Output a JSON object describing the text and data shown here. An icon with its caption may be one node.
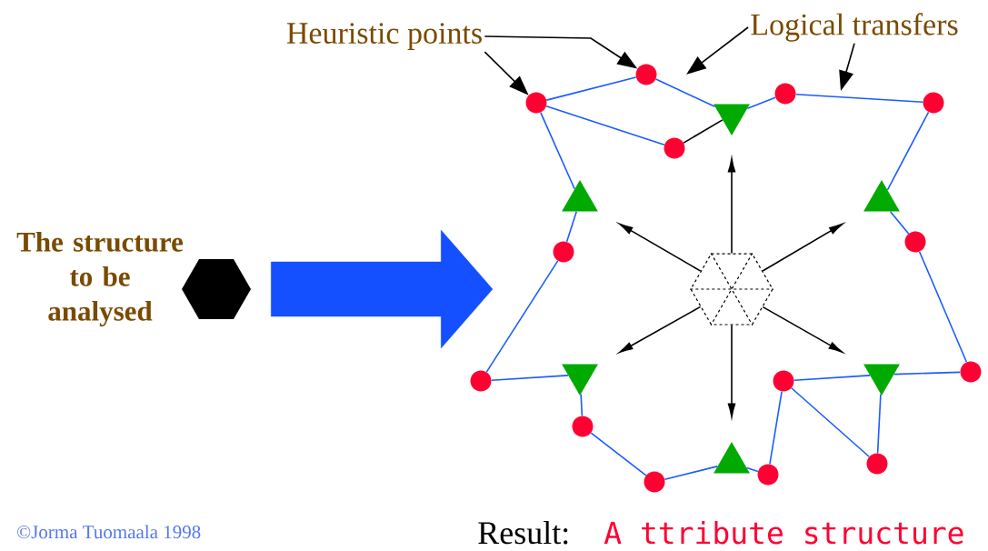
{
  "diagram": {
    "nodes": [
      {
        "text": [
          "Heuristic points"
        ]
      },
      {
        "text": [
          "Logical transfers"
        ]
      },
      {
        "text": [],
        "shape": "circle"
      },
      {
        "text": [],
        "shape": "circle"
      },
      {
        "text": [],
        "shape": "circle"
      },
      {
        "text": [],
        "shape": "circle"
      },
      {
        "text": [],
        "shape": "triangle"
      },
      {
        "text": [],
        "shape": "circle"
      },
      {
        "text": [],
        "shape": "triangle"
      },
      {
        "text": [],
        "shape": "triangle"
      },
      {
        "text": [],
        "shape": "circle"
      },
      {
        "text": [],
        "shape": "circle"
      },
      {
        "text": [],
        "shape": "hexagon",
        "beside": [
          "The structure to be analysed"
        ]
      },
      {
        "text": [],
        "shape": "hexagon"
      },
      {
        "text": [],
        "shape": "circle"
      },
      {
        "text": [],
        "shape": "triangle"
      },
      {
        "text": [],
        "shape": "triangle"
      },
      {
        "text": [],
        "shape": "circle"
      },
      {
        "text": [],
        "shape": "circle"
      },
      {
        "text": [],
        "shape": "circle"
      },
      {
        "text": [],
        "shape": "triangle"
      },
      {
        "text": [],
        "shape": "circle"
      },
      {
        "text": [],
        "shape": "circle"
      },
      {
        "text": [],
        "shape": "circle"
      }
    ],
    "edges": [
      {
        "from": 4,
        "to": 2,
        "arrow": "none"
      },
      {
        "from": 4,
        "to": 7,
        "arrow": "none"
      },
      {
        "from": 2,
        "to": 6,
        "arrow": "none"
      },
      {
        "from": 6,
        "to": 3,
        "arrow": "none"
      },
      {
        "from": 3,
        "to": 5,
        "arrow": "none"
      },
      {
        "from": 5,
        "to": 9,
        "arrow": "none"
      },
      {
        "from": 9,
        "to": 10,
        "arrow": "none"
      },
      {
        "from": 10,
        "to": 14,
        "arrow": "none"
      },
      {
        "from": 14,
        "to": 16,
        "arrow": "none"
      },
      {
        "from": 16,
        "to": 18,
        "arrow": "none"
      },
      {
        "from": 18,
        "to": 21,
        "arrow": "none"
      },
      {
        "from": 16,
        "to": 21,
        "arrow": "none"
      },
      {
        "from": 18,
        "to": 22,
        "arrow": "none"
      },
      {
        "from": 22,
        "to": 20,
        "arrow": "none"
      },
      {
        "from": 20,
        "to": 23,
        "arrow": "none"
      },
      {
        "from": 23,
        "to": 19,
        "arrow": "none"
      },
      {
        "from": 19,
        "to": 15,
        "arrow": "none"
      },
      {
        "from": 15,
        "to": 17,
        "arrow": "none"
      },
      {
        "from": 17,
        "to": 11,
        "arrow": "none"
      },
      {
        "from": 11,
        "to": 8,
        "arrow": "none"
      },
      {
        "from": 8,
        "to": 4,
        "arrow": "none"
      },
      {
        "from": 7,
        "to": 6,
        "arrow": "none",
        "color": "#000000"
      },
      {
        "from": 13,
        "to": 6,
        "arrow": "to",
        "color": "#000000"
      },
      {
        "from": 13,
        "to": 8,
        "arrow": "to",
        "color": "#000000"
      },
      {
        "from": 13,
        "to": 9,
        "arrow": "to",
        "color": "#000000"
      },
      {
        "from": 13,
        "to": 15,
        "arrow": "to",
        "color": "#000000"
      },
      {
        "from": 13,
        "to": 16,
        "arrow": "to",
        "color": "#000000"
      },
      {
        "from": 13,
        "to": 20,
        "arrow": "to",
        "color": "#000000"
      },
      {
        "from": 0,
        "to": 4,
        "arrow": "to",
        "color": "#000000"
      },
      {
        "from": 0,
        "to": 2,
        "arrow": "to",
        "color": "#000000"
      },
      {
        "from": 1,
        "to": null,
        "arrow": "to",
        "color": "#000000"
      },
      {
        "from": 1,
        "to": null,
        "arrow": "to",
        "color": "#000000"
      },
      {
        "from": 12,
        "to": null,
        "arrow": "to",
        "style": "thick",
        "color": "#1450ff"
      }
    ],
    "labels": [
      "©Jorma Tuomaala 1998",
      "Result:",
      "A ttribute structure"
    ]
  }
}
